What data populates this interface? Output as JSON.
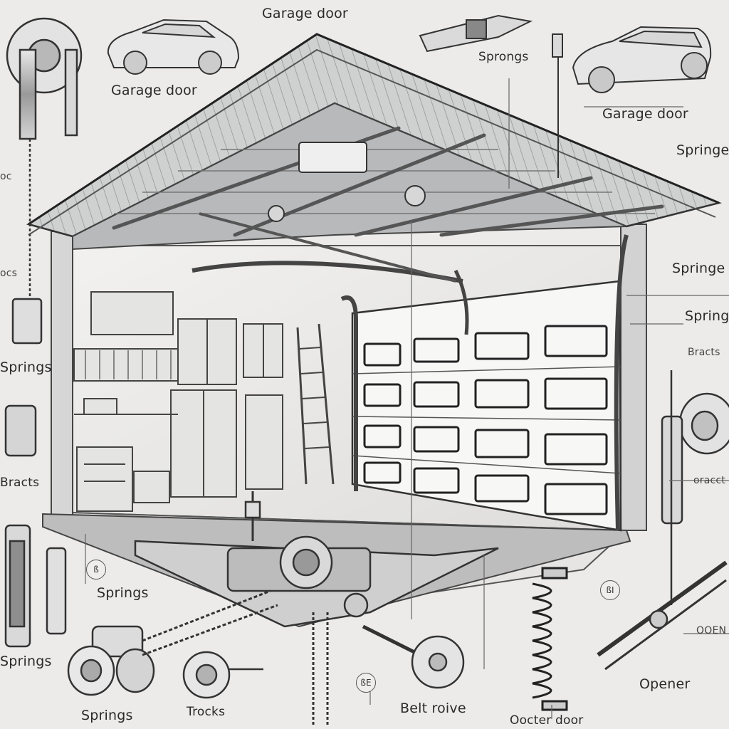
{
  "labels": {
    "title_top": "Garage door",
    "garage_door_left": "Garage door",
    "garage_door_right": "Garage door",
    "sprongs": "Sprongs",
    "springs_r1": "Springe",
    "springs_r2": "Springe",
    "springs_r3": "Springs",
    "bracts_r": "Bracts",
    "oracct": "oracct",
    "ooenr": "OOEN",
    "opener": "Opener",
    "oocter_door": "Oocter door",
    "belt_roive": "Belt roive",
    "tracks": "Trocks",
    "springs_bottom_left": "Springs",
    "springs_left_lower": "Springs",
    "springs_mid_left": "Springs",
    "springs_left_mid": "Springs",
    "bracts_left": "Bracts",
    "ocs": "ocs",
    "oc": "oc",
    "circle_left": "ß",
    "circle_bottom": "ßE",
    "circle_right": "ßI"
  }
}
